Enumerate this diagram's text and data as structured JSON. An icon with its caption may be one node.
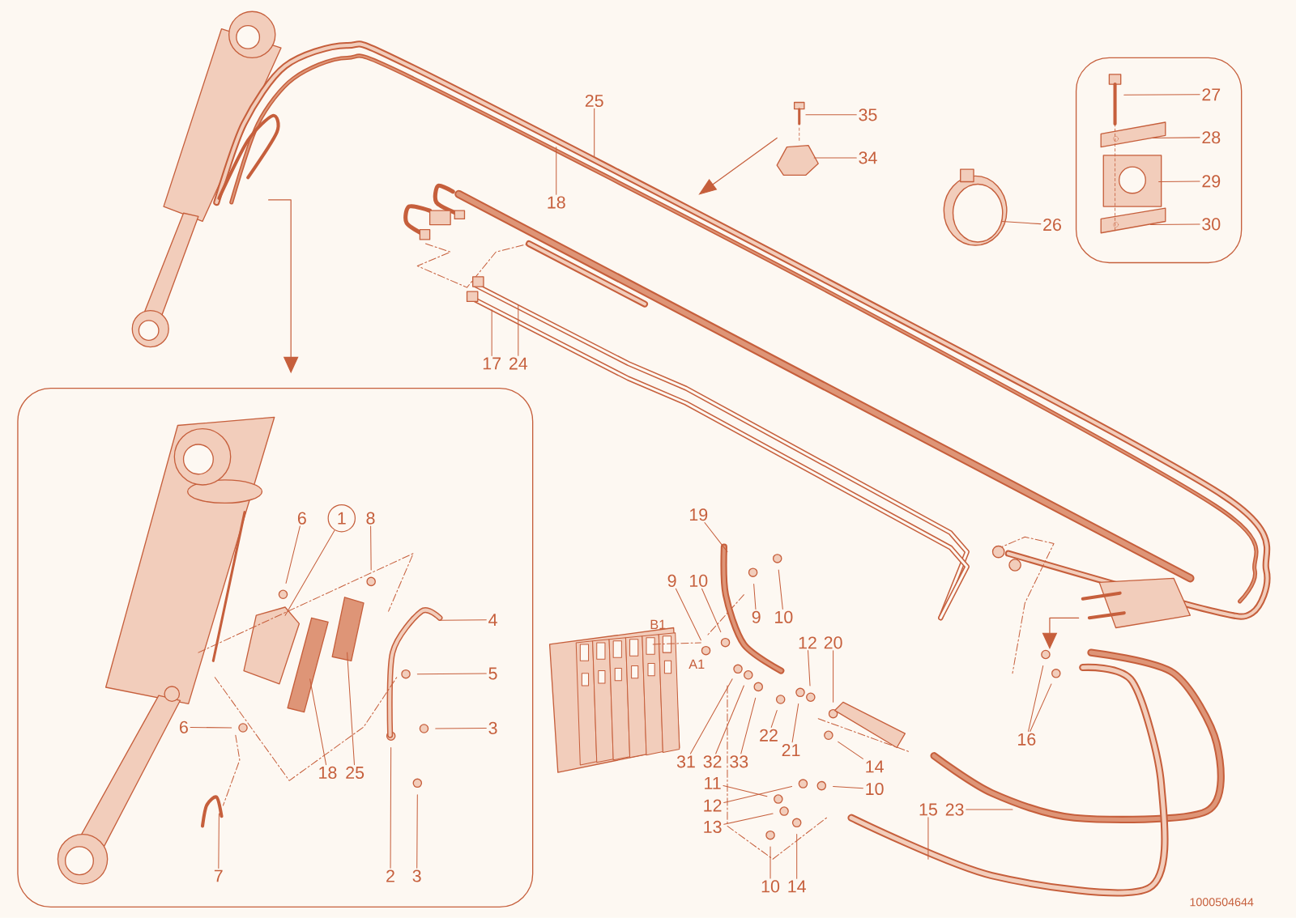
{
  "diagram": {
    "nodes": [
      {
        "text": [
          "25"
        ]
      },
      {
        "text": [
          "35"
        ]
      },
      {
        "text": [],
        "shape": "box"
      },
      {
        "text": [
          "27"
        ],
        "in": 2
      },
      {
        "text": [
          "28"
        ],
        "in": 2
      },
      {
        "text": [
          "29"
        ],
        "in": 2
      },
      {
        "text": [
          "30"
        ],
        "in": 2
      },
      {
        "text": [
          "34"
        ]
      },
      {
        "text": [
          "18"
        ]
      },
      {
        "text": [
          "26"
        ]
      },
      {
        "text": [
          "17"
        ]
      },
      {
        "text": [
          "24"
        ]
      },
      {
        "text": [],
        "shape": "box"
      },
      {
        "text": [
          "6"
        ],
        "in": 12
      },
      {
        "text": [
          "1"
        ],
        "in": 12
      },
      {
        "text": [
          "8"
        ],
        "in": 12
      },
      {
        "text": [
          "4"
        ],
        "in": 12
      },
      {
        "text": [
          "5"
        ],
        "in": 12
      },
      {
        "text": [
          "6"
        ],
        "in": 12
      },
      {
        "text": [
          "3"
        ],
        "in": 12
      },
      {
        "text": [
          "18"
        ],
        "in": 12
      },
      {
        "text": [
          "25"
        ],
        "in": 12
      },
      {
        "text": [
          "7"
        ],
        "in": 12
      },
      {
        "text": [
          "2"
        ],
        "in": 12
      },
      {
        "text": [
          "3"
        ],
        "in": 12
      },
      {
        "text": [
          "19"
        ]
      },
      {
        "text": [
          "9"
        ]
      },
      {
        "text": [
          "10"
        ]
      },
      {
        "text": [
          "9"
        ]
      },
      {
        "text": [
          "10"
        ]
      },
      {
        "text": [
          "12"
        ]
      },
      {
        "text": [
          "20"
        ]
      },
      {
        "text": [
          "16"
        ]
      },
      {
        "text": [
          "22"
        ]
      },
      {
        "text": [
          "21"
        ]
      },
      {
        "text": [
          "31"
        ]
      },
      {
        "text": [
          "32"
        ]
      },
      {
        "text": [
          "33"
        ]
      },
      {
        "text": [
          "14"
        ]
      },
      {
        "text": [
          "11"
        ]
      },
      {
        "text": [
          "10"
        ]
      },
      {
        "text": [
          "12"
        ]
      },
      {
        "text": [
          "15"
        ]
      },
      {
        "text": [
          "23"
        ]
      },
      {
        "text": [
          "13"
        ]
      },
      {
        "text": [
          "10"
        ]
      },
      {
        "text": [
          "14"
        ]
      }
    ],
    "edges": [
      {
        "from": 0,
        "to": null,
        "arrow": "none"
      },
      {
        "from": 1,
        "to": null,
        "arrow": "none"
      },
      {
        "from": 3,
        "to": null,
        "arrow": "none"
      },
      {
        "from": 4,
        "to": null,
        "arrow": "none"
      },
      {
        "from": 5,
        "to": null,
        "arrow": "none"
      },
      {
        "from": 6,
        "to": null,
        "arrow": "none"
      },
      {
        "from": 7,
        "to": null,
        "arrow": "none"
      },
      {
        "from": 8,
        "to": null,
        "arrow": "none"
      },
      {
        "from": 9,
        "to": null,
        "arrow": "none"
      },
      {
        "from": 10,
        "to": null,
        "arrow": "none"
      },
      {
        "from": 11,
        "to": null,
        "arrow": "none"
      },
      {
        "from": 13,
        "to": null,
        "arrow": "none"
      },
      {
        "from": 14,
        "to": null,
        "arrow": "none"
      },
      {
        "from": 15,
        "to": null,
        "arrow": "none"
      },
      {
        "from": 16,
        "to": null,
        "arrow": "none"
      },
      {
        "from": 17,
        "to": null,
        "arrow": "none"
      },
      {
        "from": 18,
        "to": null,
        "arrow": "none"
      },
      {
        "from": 19,
        "to": null,
        "arrow": "none"
      },
      {
        "from": 20,
        "to": null,
        "arrow": "none"
      },
      {
        "from": 21,
        "to": null,
        "arrow": "none"
      },
      {
        "from": 22,
        "to": null,
        "arrow": "none"
      },
      {
        "from": 23,
        "to": null,
        "arrow": "none"
      },
      {
        "from": 24,
        "to": null,
        "arrow": "none"
      },
      {
        "from": 25,
        "to": null,
        "arrow": "none"
      },
      {
        "from": 26,
        "to": null,
        "arrow": "none"
      },
      {
        "from": 27,
        "to": null,
        "arrow": "none"
      },
      {
        "from": 28,
        "to": null,
        "arrow": "none"
      },
      {
        "from": 29,
        "to": null,
        "arrow": "none"
      },
      {
        "from": 30,
        "to": null,
        "arrow": "none"
      },
      {
        "from": 31,
        "to": null,
        "arrow": "none"
      },
      {
        "from": 32,
        "to": null,
        "arrow": "none"
      },
      {
        "from": 32,
        "to": null,
        "arrow": "none"
      },
      {
        "from": 33,
        "to": null,
        "arrow": "none"
      },
      {
        "from": 34,
        "to": null,
        "arrow": "none"
      },
      {
        "from": 35,
        "to": null,
        "arrow": "none"
      },
      {
        "from": 36,
        "to": null,
        "arrow": "none"
      },
      {
        "from": 37,
        "to": null,
        "arrow": "none"
      },
      {
        "from": 38,
        "to": null,
        "arrow": "none"
      },
      {
        "from": 39,
        "to": null,
        "arrow": "none"
      },
      {
        "from": 40,
        "to": null,
        "arrow": "none"
      },
      {
        "from": 41,
        "to": null,
        "arrow": "none"
      },
      {
        "from": 42,
        "to": null,
        "arrow": "none"
      },
      {
        "from": 43,
        "to": null,
        "arrow": "none"
      },
      {
        "from": 44,
        "to": null,
        "arrow": "none"
      },
      {
        "from": 45,
        "to": null,
        "arrow": "none"
      },
      {
        "from": 46,
        "to": null,
        "arrow": "none"
      }
    ],
    "labels": [
      "B1",
      "A1",
      "1000504644"
    ]
  }
}
